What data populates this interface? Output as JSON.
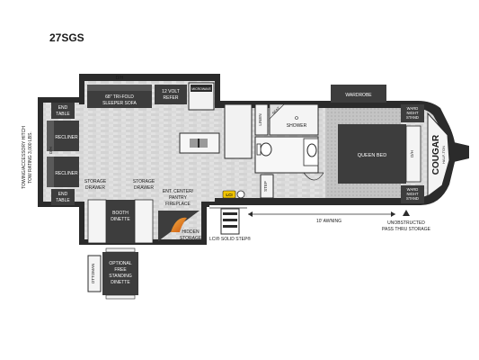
{
  "model": "27SGS",
  "brand": {
    "logo_text": "COUGAR",
    "logo_sub": "HALF-TON"
  },
  "labels": {
    "sofa_dh": "D/H",
    "sofa": "68\" TRI-FOLD",
    "sofa2": "SLEEPER SOFA",
    "refer1": "12 VOLT",
    "refer2": "REFER",
    "microwave": "MICROWAVE",
    "end_table_top1": "END",
    "end_table_top2": "TABLE",
    "recliner_top": "RECLINER",
    "recliner_bottom": "RECLINER",
    "recliner_dh": "D/H",
    "end_table_bot1": "END",
    "end_table_bot2": "TABLE",
    "hitch1": "TOWING/ACCESSORY HITCH",
    "hitch2": "TOW RATING 3,000 LBS.",
    "storage_drawer_l1": "STORAGE",
    "storage_drawer_l2": "DRAWER",
    "storage_drawer_r1": "STORAGE",
    "storage_drawer_r2": "DRAWER",
    "booth1": "BOOTH",
    "booth2": "DINETTE",
    "ent1": "ENT. CENTER/",
    "ent2": "PANTRY",
    "ent3": "FIREPLACE",
    "hidden1": "HIDDEN",
    "hidden2": "STORAGE",
    "linen": "LINEN",
    "seat": "SEAT",
    "shower": "SHOWER",
    "step": "STEP",
    "wardrobe": "WARDROBE",
    "ward_night_top1": "WARD",
    "ward_night_top2": "NIGHT",
    "ward_night_top3": "STAND",
    "queen_bed": "QUEEN BED",
    "bed_dh": "D/H",
    "ward_night_bot1": "WARD",
    "ward_night_bot2": "NIGHT",
    "ward_night_bot3": "STAND",
    "awning": "10' AWNING",
    "lci_step": "LCI® SOLID STEP®",
    "unobstructed1": "UNOBSTRUCTED",
    "unobstructed2": "PASS THRU STORAGE",
    "ottoman": "OTTOMAN",
    "optional1": "OPTIONAL",
    "optional2": "FREE",
    "optional3": "STANDING",
    "optional4": "DINETTE",
    "badge": "LCI"
  },
  "colors": {
    "wall": "#2b2b2b",
    "furniture": "#3d3d3d",
    "floor_light": "#e3e3e3",
    "floor_dark": "#cfcfcf",
    "carpet": "#bdbdbd",
    "accent_fire": "#e07b1f",
    "badge_yellow": "#f2c500"
  }
}
